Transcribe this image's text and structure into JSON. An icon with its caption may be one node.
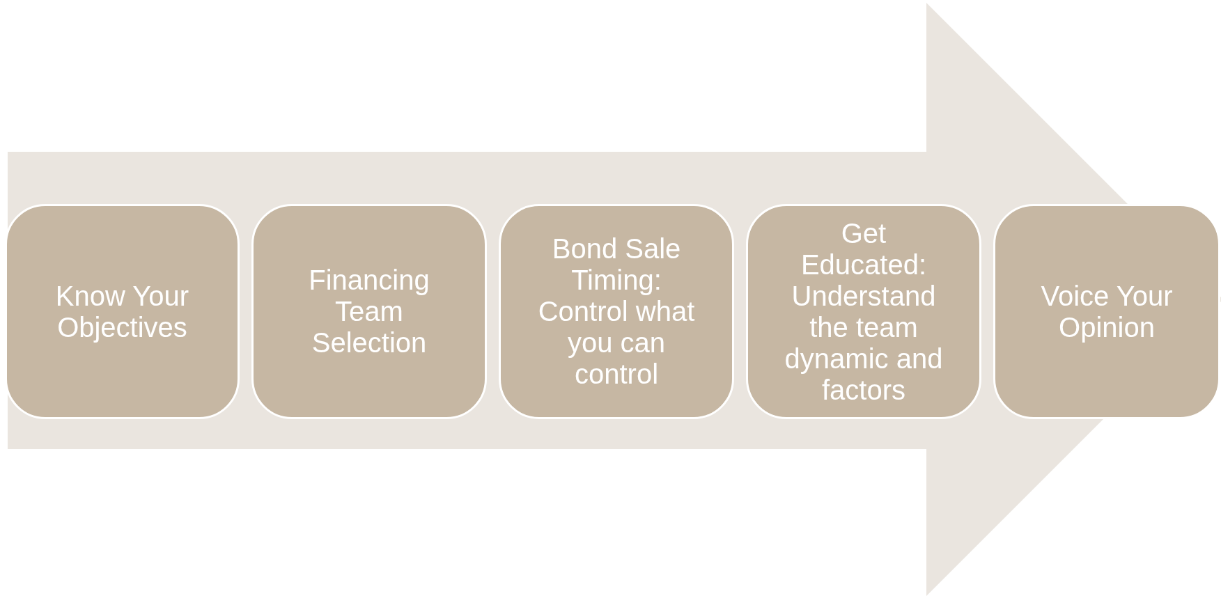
{
  "diagram": {
    "nodes": [
      {
        "text": [
          "Know Your Objectives"
        ]
      },
      {
        "text": [
          "Financing Team Selection"
        ]
      },
      {
        "text": [
          "Bond Sale Timing: Control what you can control"
        ]
      },
      {
        "text": [
          "Get Educated: Understand the team dynamic and factors"
        ]
      },
      {
        "text": [
          "Voice Your Opinion"
        ]
      }
    ],
    "edges": [
      {
        "from": 0,
        "to": 4,
        "arrow": "to"
      }
    ]
  }
}
